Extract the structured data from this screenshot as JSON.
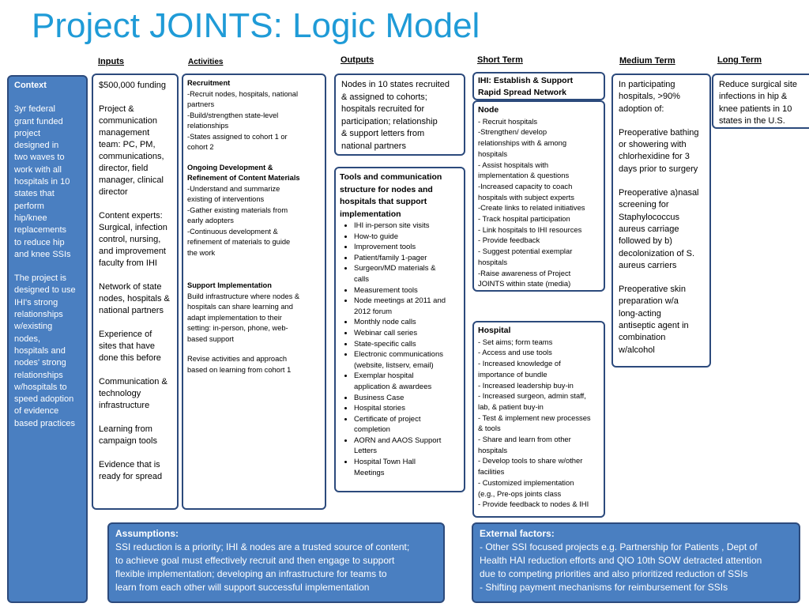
{
  "title": "Project JOINTS: Logic Model",
  "headers": {
    "inputs": "Inputs",
    "activities": "Activities",
    "outputs": "Outputs",
    "short_term": "Short Term",
    "medium_term": "Medium Term",
    "long_term": "Long Term"
  },
  "context": {
    "heading": "Context",
    "para1": [
      "3yr federal",
      "grant funded",
      "project",
      "designed in",
      "two waves to",
      "work with all",
      "hospitals in 10",
      "states that",
      "perform",
      "hip/knee",
      "replacements",
      "to reduce hip",
      "and knee SSIs"
    ],
    "para2": [
      "The project is",
      "designed to use",
      "IHI's strong",
      "relationships",
      "w/existing",
      "nodes,",
      "hospitals and",
      "nodes' strong",
      "relationships",
      "w/hospitals to",
      "speed adoption",
      "of evidence",
      "based practices"
    ]
  },
  "inputs": [
    [
      "$500,000 funding"
    ],
    [
      "Project &",
      "communication",
      "management",
      "team: PC, PM,",
      "communications,",
      "director, field",
      "manager, clinical",
      "director"
    ],
    [
      "Content experts:",
      "Surgical, infection",
      "control, nursing,",
      "and improvement",
      "faculty from IHI"
    ],
    [
      "Network of state",
      "nodes, hospitals &",
      "national partners"
    ],
    [
      "Experience of",
      "sites that have",
      "done this before"
    ],
    [
      "Communication &",
      "technology",
      "infrastructure"
    ],
    [
      "Learning from",
      "campaign tools"
    ],
    [
      "Evidence that is",
      "ready for spread"
    ]
  ],
  "activities": {
    "recruitment_heading": "Recruitment",
    "recruitment": [
      "-Recruit nodes, hospitals, national",
      "partners",
      "-Build/strengthen state-level",
      "relationships",
      "-States assigned to  cohort 1 or",
      "cohort 2"
    ],
    "ongoing_heading": [
      "Ongoing Development  &",
      "Refinement of Content Materials"
    ],
    "ongoing": [
      "-Understand and summarize",
      "existing of interventions",
      "-Gather existing materials from",
      "early adopters",
      "-Continuous development &",
      "refinement  of materials to guide",
      "the work"
    ],
    "support_heading": "Support Implementation",
    "support": [
      "Build infrastructure where nodes &",
      "hospitals can share learning and",
      "adapt implementation to their",
      "setting: in-person, phone,  web-",
      "based support"
    ],
    "revise": [
      "Revise activities and approach",
      "based on learning from cohort 1"
    ]
  },
  "outputs": {
    "nodes": [
      "Nodes in 10 states recruited",
      "& assigned to cohorts;",
      "hospitals recruited for",
      "participation; relationship",
      "& support letters from",
      "national partners"
    ],
    "tools_heading": [
      "Tools and communication",
      "structure for nodes and",
      "hospitals that support",
      "implementation"
    ],
    "tools": [
      [
        "IHI in-person site visits"
      ],
      [
        "How-to guide"
      ],
      [
        "Improvement tools"
      ],
      [
        "Patient/family 1-pager"
      ],
      [
        "Surgeon/MD materials &",
        "calls"
      ],
      [
        "Measurement tools"
      ],
      [
        "Node meetings at 2011 and",
        "2012 forum"
      ],
      [
        "Monthly node calls"
      ],
      [
        "Webinar call series"
      ],
      [
        "State-specific calls"
      ],
      [
        "Electronic communications",
        "(website, listserv, email)"
      ],
      [
        "Exemplar hospital",
        "application & awardees"
      ],
      [
        "Business  Case"
      ],
      [
        "Hospital stories"
      ],
      [
        "Certificate of project",
        "completion"
      ],
      [
        "AORN and AAOS Support",
        "Letters"
      ],
      [
        "Hospital Town Hall",
        "Meetings"
      ]
    ]
  },
  "short_term": {
    "establish": [
      "IHI: Establish & Support",
      "Rapid Spread Network"
    ],
    "node_heading": "Node",
    "node": [
      "- Recruit hospitals",
      "-Strengthen/ develop",
      "relationships with & among",
      "hospitals",
      "- Assist hospitals with",
      "implementation  & questions",
      "-Increased capacity to coach",
      "hospitals with subject experts",
      "-Create links to related initiatives",
      "- Track hospital participation",
      "- Link hospitals to IHI resources",
      "- Provide feedback",
      "- Suggest potential exemplar",
      "hospitals",
      "-Raise awareness of Project",
      "JOINTS within state (media)"
    ],
    "hospital_heading": "Hospital",
    "hospital": [
      "- Set aims; form teams",
      "- Access and use tools",
      "- Increased knowledge of",
      "importance of bundle",
      "- Increased leadership buy-in",
      "- Increased surgeon, admin staff,",
      "lab, & patient buy-in",
      "- Test & implement new processes",
      "& tools",
      "- Share and learn from other",
      "hospitals",
      "- Develop tools to share w/other",
      "facilities",
      "- Customized implementation",
      "(e.g., Pre-ops joints class",
      "- Provide feedback to nodes & IHI"
    ]
  },
  "medium_term": [
    [
      "In participating",
      "hospitals, >90%",
      "adoption of:"
    ],
    [
      "Preoperative bathing",
      "or showering with",
      "chlorhexidine for 3",
      "days prior to surgery"
    ],
    [
      "Preoperative a)nasal",
      "screening for",
      "Staphylococcus",
      "aureus carriage",
      "followed by b)",
      "decolonization of S.",
      "aureus carriers"
    ],
    [
      "Preoperative skin",
      "preparation w/a",
      "long-acting",
      "antiseptic agent in",
      "combination",
      "w/alcohol"
    ]
  ],
  "long_term": [
    "Reduce surgical site",
    "infections in hip &",
    "knee patients in 10",
    "states in the U.S."
  ],
  "assumptions": {
    "heading": "Assumptions:",
    "lines": [
      "SSI reduction is a priority; IHI & nodes are a trusted source of content;",
      "to achieve goal must effectively recruit and then engage to support",
      "flexible implementation; developing an infrastructure for teams to",
      "learn from each other will support successful implementation"
    ]
  },
  "external": {
    "heading": "External factors:",
    "lines": [
      "- Other SSI focused projects e.g. Partnership for Patients , Dept of",
      "Health HAI reduction efforts and QIO 10th SOW detracted attention",
      "due to competing priorities and also prioritized reduction of SSIs",
      "- Shifting payment mechanisms for reimbursement for SSIs"
    ]
  }
}
